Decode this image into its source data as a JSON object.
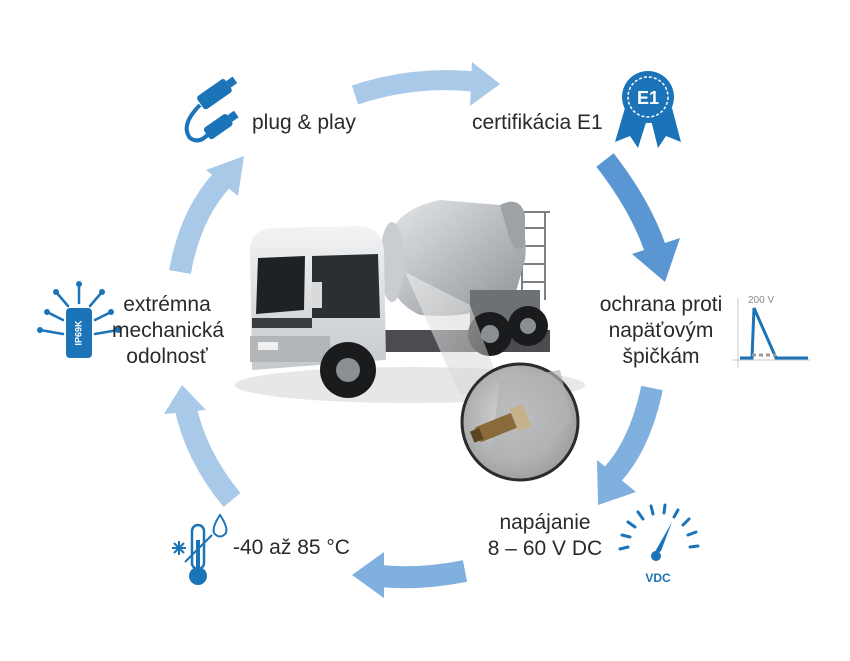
{
  "features": {
    "plug_play": {
      "label": "plug & play",
      "icon": "connector-cable-icon"
    },
    "certification": {
      "label": "certifikácia E1",
      "icon": "award-ribbon-icon",
      "badge_text": "E1"
    },
    "surge_protection": {
      "lines": [
        "ochrana proti",
        "napäťovým",
        "špičkám"
      ],
      "icon": "voltage-spike-graph-icon",
      "graph_label": "200 V"
    },
    "power_supply": {
      "lines": [
        "napájanie",
        "8 – 60 V DC"
      ],
      "icon": "vdc-gauge-icon",
      "gauge_text": "VDC"
    },
    "temperature": {
      "label": "-40 až 85 °C",
      "icon": "thermometer-icon"
    },
    "mechanical": {
      "lines": [
        "extrémna",
        "mechanická",
        "odolnosť"
      ],
      "icon": "ip69k-sensor-icon",
      "icon_text": "IP69K"
    }
  },
  "colors": {
    "arrow_light": "#a9c9e8",
    "arrow_mid": "#7fb0de",
    "arrow_dark": "#5a96d2",
    "icon_blue": "#1b73b8"
  }
}
